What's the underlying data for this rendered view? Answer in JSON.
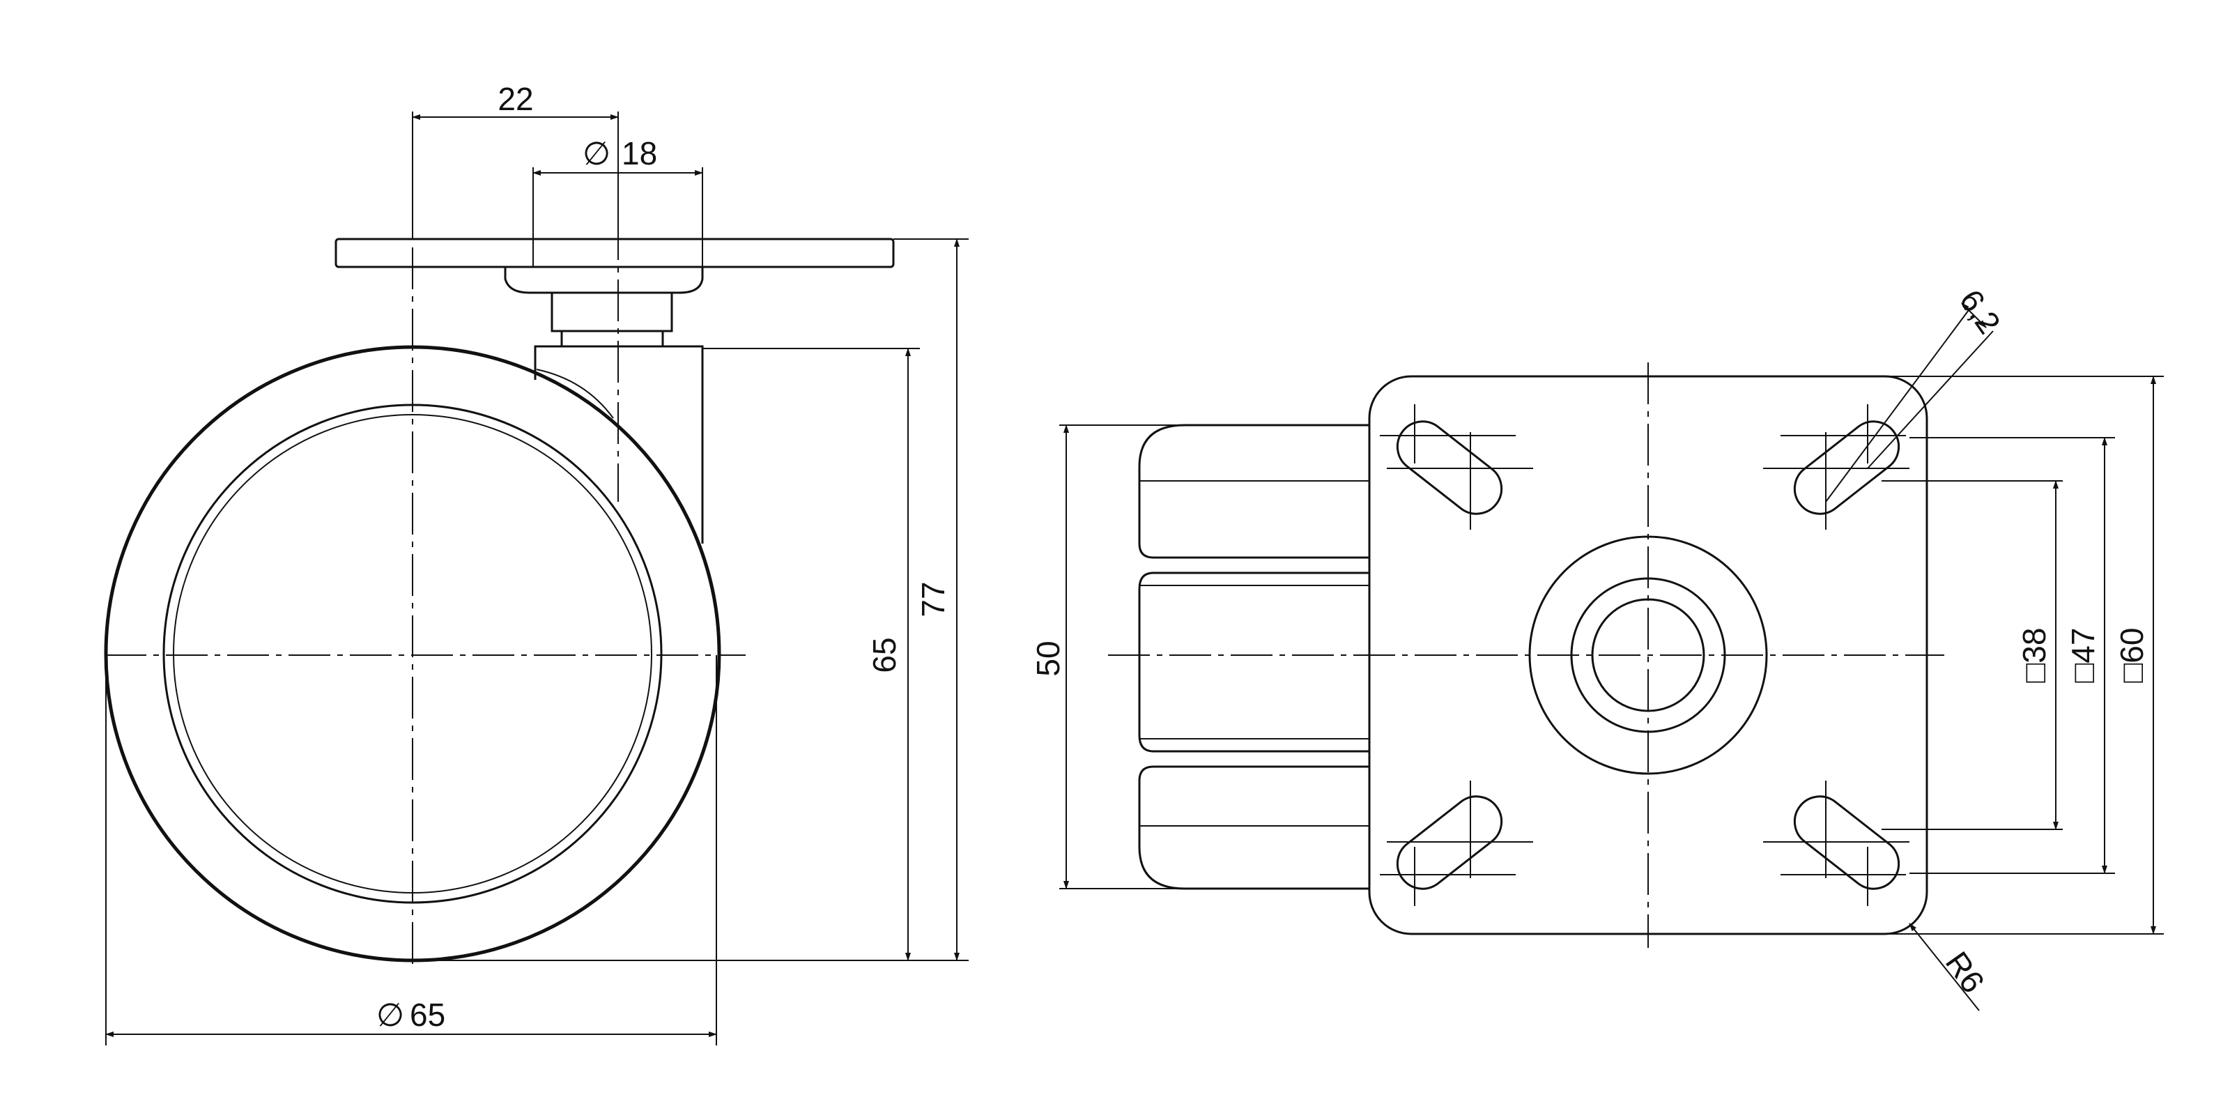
{
  "dimensions": {
    "side": {
      "offset": "22",
      "stem_diameter": "18",
      "wheel_diameter": "65",
      "axle_height": "65",
      "total_height": "77"
    },
    "top": {
      "wheel_width": "50",
      "slot_width": "6,2",
      "corner_radius": "R6",
      "hole_spacing_a": "38",
      "hole_spacing_b": "47",
      "plate_size": "60"
    },
    "symbols": {
      "diameter": "∅",
      "square": "□"
    }
  }
}
